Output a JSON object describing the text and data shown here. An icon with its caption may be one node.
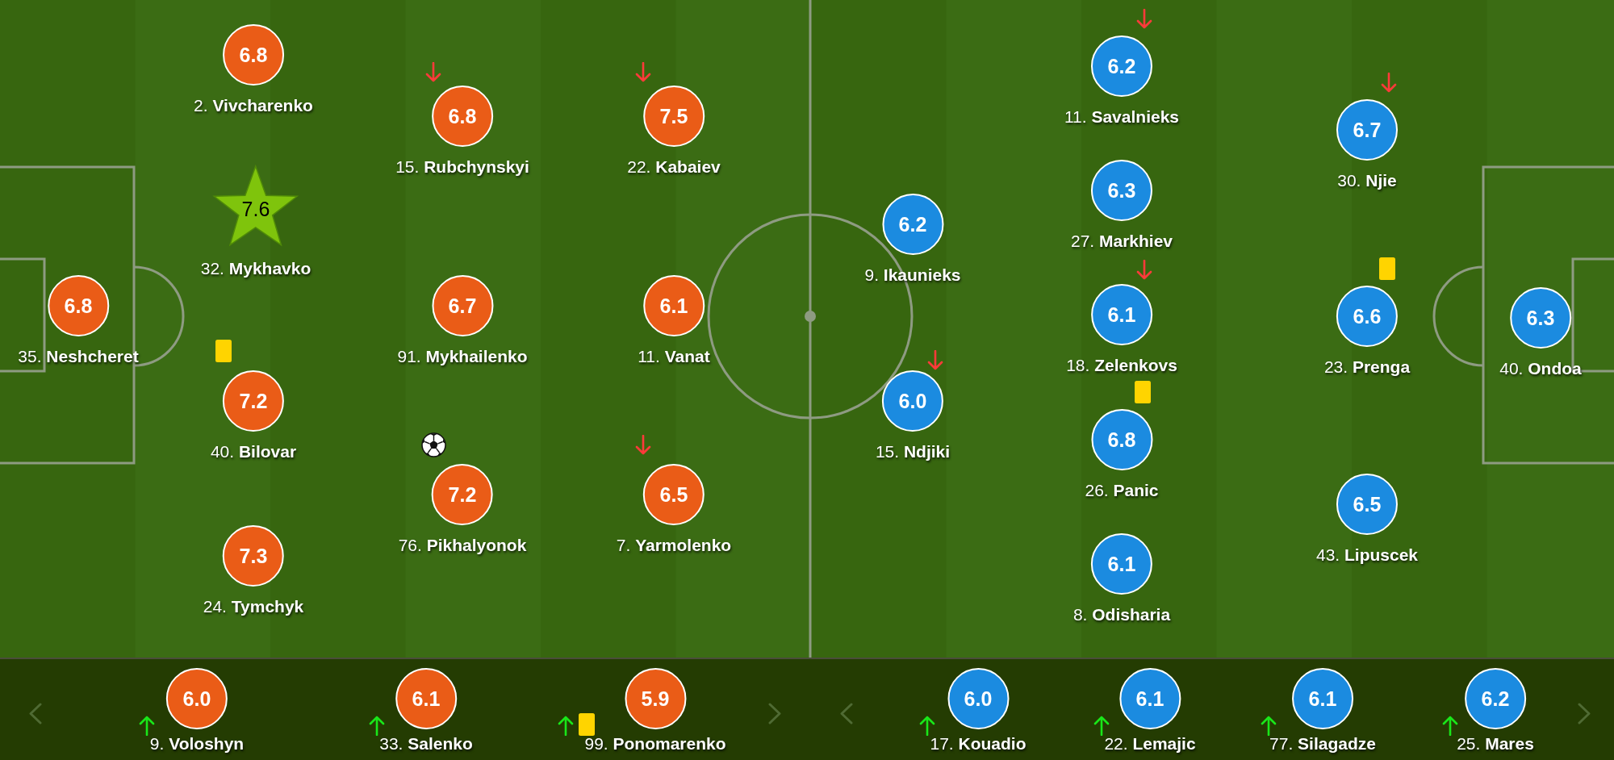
{
  "diagram": {
    "nodes": [
      {
        "text": [
          "6.8"
        ],
        "beside": [
          "35. **Neshcheret**"
        ]
      },
      {
        "text": [
          "6.8"
        ],
        "beside": [
          "2. **Vivcharenko**"
        ]
      },
      {
        "text": [
          "7.6"
        ],
        "beside": [
          "32. **Mykhavko**"
        ]
      },
      {
        "text": [
          "7.2"
        ],
        "beside": [
          "40. **Bilovar**"
        ]
      },
      {
        "text": [
          "7.3"
        ],
        "beside": [
          "24. **Tymchyk**"
        ]
      },
      {
        "text": [
          "6.8"
        ],
        "beside": [
          "15. **Rubchynskyi**"
        ]
      },
      {
        "text": [
          "6.7"
        ],
        "beside": [
          "91. **Mykhailenko**"
        ]
      },
      {
        "text": [
          "7.2"
        ],
        "beside": [
          "76. **Pikhalyonok**"
        ]
      },
      {
        "text": [
          "7.5"
        ],
        "beside": [
          "22. **Kabaiev**"
        ]
      },
      {
        "text": [
          "6.1"
        ],
        "beside": [
          "11. **Vanat**"
        ]
      },
      {
        "text": [
          "6.5"
        ],
        "beside": [
          "7. **Yarmolenko**"
        ]
      },
      {
        "text": [
          "6.2"
        ],
        "beside": [
          "9. **Ikaunieks**"
        ]
      },
      {
        "text": [
          "6.0"
        ],
        "beside": [
          "15. **Ndjiki**"
        ]
      },
      {
        "text": [
          "6.2"
        ],
        "beside": [
          "11. **Savalnieks**"
        ]
      },
      {
        "text": [
          "6.3"
        ],
        "beside": [
          "27. **Markhiev**"
        ]
      },
      {
        "text": [
          "6.1"
        ],
        "beside": [
          "18. **Zelenkovs**"
        ]
      },
      {
        "text": [
          "6.8"
        ],
        "beside": [
          "26. **Panic**"
        ]
      },
      {
        "text": [
          "6.1"
        ],
        "beside": [
          "8. **Odisharia**"
        ]
      },
      {
        "text": [
          "6.7"
        ],
        "beside": [
          "30. **Njie**"
        ]
      },
      {
        "text": [
          "6.6"
        ],
        "beside": [
          "23. **Prenga**"
        ]
      },
      {
        "text": [
          "6.5"
        ],
        "beside": [
          "43. **Lipuscek**"
        ]
      },
      {
        "text": [
          "6.3"
        ],
        "beside": [
          "40. **Ondoa**"
        ]
      },
      {
        "text": [
          "6.0"
        ],
        "beside": [
          "9. **Voloshyn**"
        ]
      },
      {
        "text": [
          "6.1"
        ],
        "beside": [
          "33. **Salenko**"
        ]
      },
      {
        "text": [
          "5.9"
        ],
        "beside": [
          "99. **Ponomarenko**"
        ]
      },
      {
        "text": [
          "6.0"
        ],
        "beside": [
          "17. **Kouadio**"
        ]
      },
      {
        "text": [
          "6.1"
        ],
        "beside": [
          "22. **Lemajic**"
        ]
      },
      {
        "text": [
          "6.1"
        ],
        "beside": [
          "77. **Silagadze**"
        ]
      },
      {
        "text": [
          "6.2"
        ],
        "beside": [
          "25. **Mares**"
        ]
      }
    ]
  }
}
